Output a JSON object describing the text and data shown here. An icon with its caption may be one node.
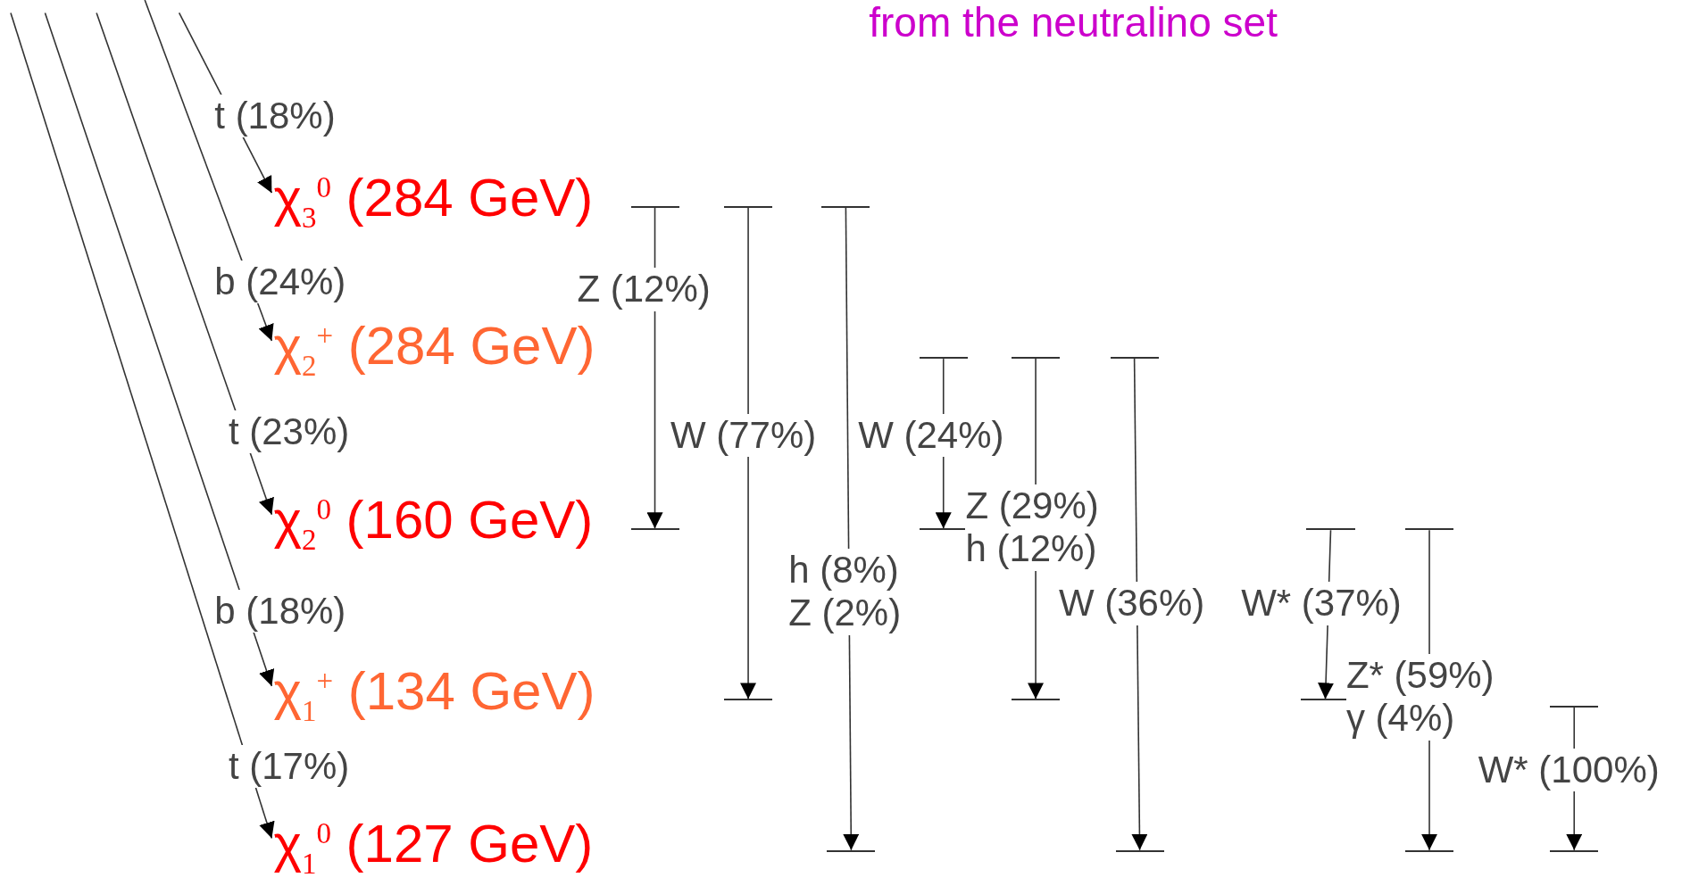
{
  "diagram": {
    "title": "from the neutralino set",
    "nodes": [
      {
        "text": [
          "χ$_{3}$$^{0}$ (284 GeV)"
        ]
      },
      {
        "text": [
          "χ$_{2}$$^{+}$ (284 GeV)"
        ]
      },
      {
        "text": [
          "χ$_{2}$$^{0}$ (160 GeV)"
        ]
      },
      {
        "text": [
          "χ$_{1}$$^{+}$ (134 GeV)"
        ]
      },
      {
        "text": [
          "χ$_{1}$$^{0}$ (127 GeV)"
        ]
      },
      {
        "text": [],
        "shape": "bar"
      },
      {
        "text": [],
        "shape": "bar"
      },
      {
        "text": [],
        "shape": "bar"
      },
      {
        "text": [],
        "shape": "bar"
      },
      {
        "text": [],
        "shape": "bar"
      },
      {
        "text": [],
        "shape": "bar"
      },
      {
        "text": [],
        "shape": "bar"
      },
      {
        "text": [],
        "shape": "bar"
      },
      {
        "text": [],
        "shape": "bar"
      },
      {
        "text": [],
        "shape": "bar"
      },
      {
        "text": [],
        "shape": "bar"
      },
      {
        "text": [],
        "shape": "bar"
      },
      {
        "text": [],
        "shape": "bar"
      },
      {
        "text": [],
        "shape": "bar"
      },
      {
        "text": [],
        "shape": "bar"
      },
      {
        "text": [],
        "shape": "bar"
      },
      {
        "text": [],
        "shape": "bar"
      },
      {
        "text": [],
        "shape": "bar"
      }
    ],
    "edges": [
      {
        "from": null,
        "to": 0,
        "arrow": "to",
        "label": "t (18%)"
      },
      {
        "from": null,
        "to": 1,
        "arrow": "to",
        "label": "b (24%)"
      },
      {
        "from": null,
        "to": 2,
        "arrow": "to",
        "label": "t (23%)"
      },
      {
        "from": null,
        "to": 3,
        "arrow": "to",
        "label": "b (18%)"
      },
      {
        "from": null,
        "to": 4,
        "arrow": "to",
        "label": "t (17%)"
      },
      {
        "from": 5,
        "to": 11,
        "arrow": "to",
        "label": "Z (12%)"
      },
      {
        "from": 6,
        "to": 15,
        "arrow": "to",
        "label": "W (77%)"
      },
      {
        "from": 7,
        "to": 19,
        "arrow": "to",
        "label": "h (8%) Z (2%)"
      },
      {
        "from": 8,
        "to": 12,
        "arrow": "to",
        "label": "W (24%)"
      },
      {
        "from": 9,
        "to": 16,
        "arrow": "to",
        "label": "Z (29%) h (12%)"
      },
      {
        "from": 10,
        "to": 20,
        "arrow": "to",
        "label": "W (36%)"
      },
      {
        "from": 13,
        "to": 17,
        "arrow": "to",
        "label": "W* (37%)"
      },
      {
        "from": 14,
        "to": 21,
        "arrow": "to",
        "label": "Z* (59%) γ (4%)"
      },
      {
        "from": 18,
        "to": 22,
        "arrow": "to",
        "label": "W* (100%)"
      }
    ]
  }
}
